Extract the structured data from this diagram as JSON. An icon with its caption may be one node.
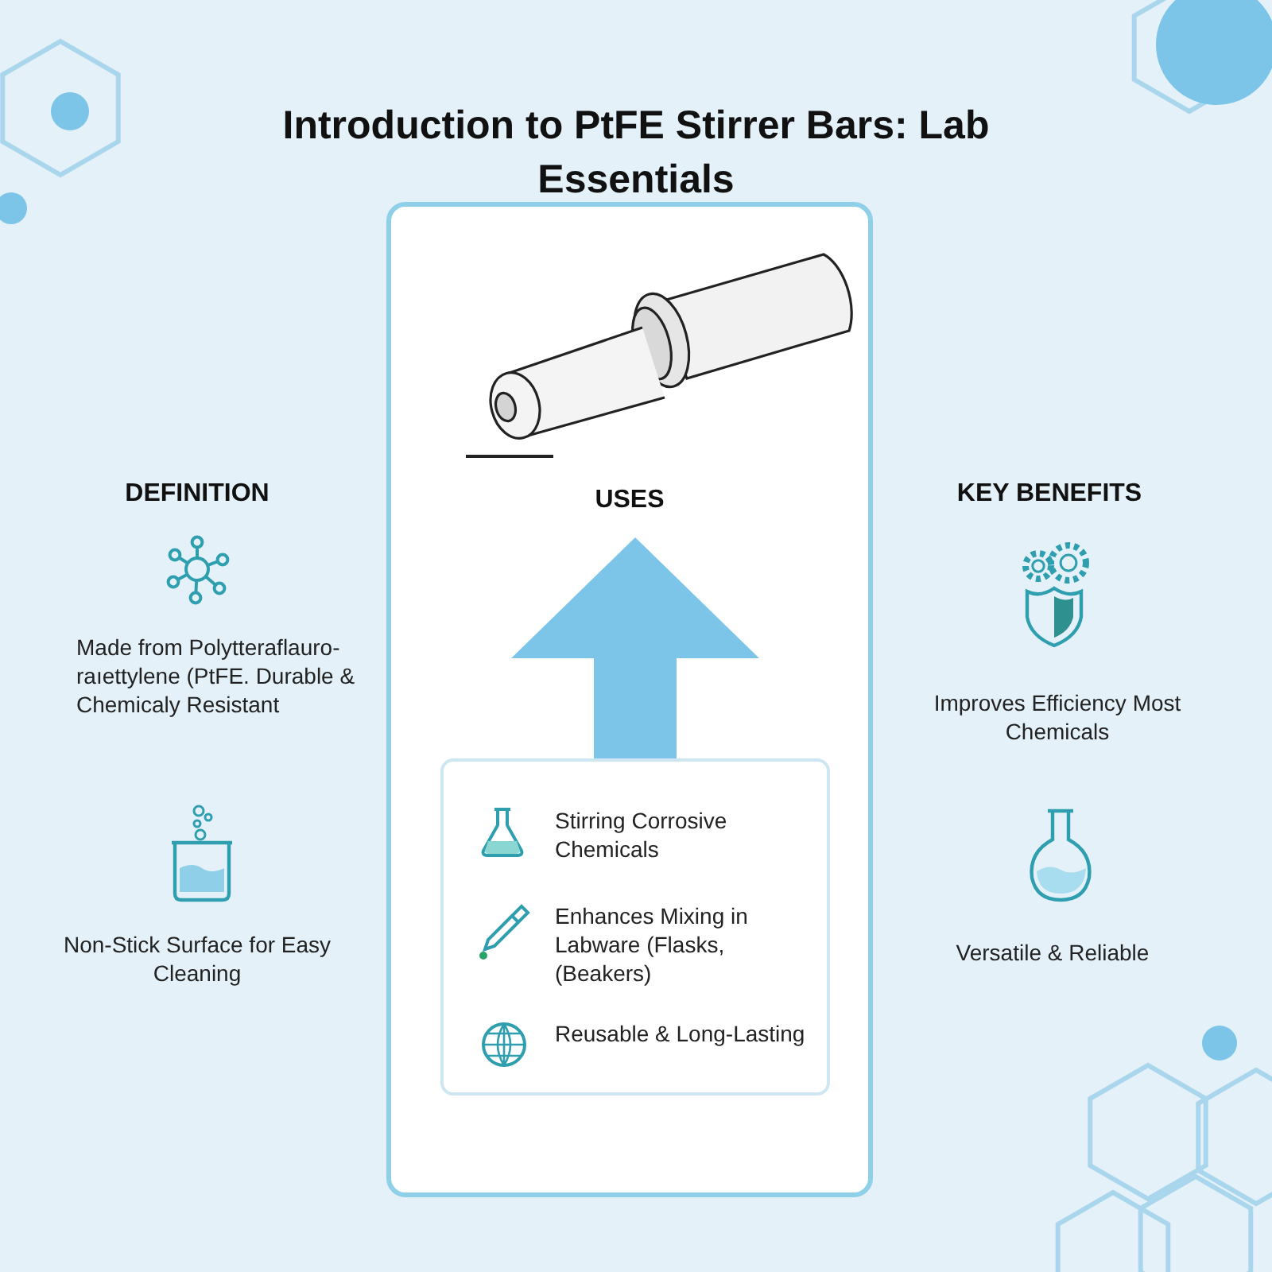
{
  "diagram": {
    "title": "Introduction to PtFE Stirrer Bars: Lab Essentials",
    "nodes": [
      {
        "text": [],
        "shape": "box"
      },
      {
        "text": [
          "USES"
        ],
        "in": 0
      },
      {
        "text": [
          "Stirring Corrosive Chemicals",
          "Enhances Mixing in Labware (Flasks, (Beakers)",
          "Reusable & Long-Lasting"
        ],
        "in": 0
      }
    ],
    "edges": [
      {
        "from": 2,
        "to": 1,
        "arrow": "to"
      }
    ],
    "labels": [
      "DEFINITION",
      "Made from Polytteraflauro-raıettylene (PtFE. Durable & Chemicaly Resistant",
      "Non-Stick Surface for Easy Cleaning",
      "KEY BENEFITS",
      "Improves Efficiency Most Chemicals",
      "Versatile & Reliable"
    ]
  }
}
